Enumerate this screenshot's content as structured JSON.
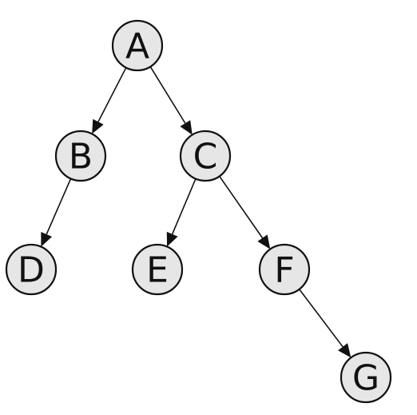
{
  "diagram": {
    "type": "directed-tree",
    "colors": {
      "node_fill": "#e6e6e6",
      "node_stroke": "#111111",
      "edge": "#111111",
      "background": "#ffffff"
    },
    "nodes": [
      {
        "id": "A",
        "label": "A"
      },
      {
        "id": "B",
        "label": "B"
      },
      {
        "id": "C",
        "label": "C"
      },
      {
        "id": "D",
        "label": "D"
      },
      {
        "id": "E",
        "label": "E"
      },
      {
        "id": "F",
        "label": "F"
      },
      {
        "id": "G",
        "label": "G"
      }
    ],
    "edges": [
      {
        "from": "A",
        "to": "B"
      },
      {
        "from": "A",
        "to": "C"
      },
      {
        "from": "B",
        "to": "D"
      },
      {
        "from": "C",
        "to": "E"
      },
      {
        "from": "C",
        "to": "F"
      },
      {
        "from": "F",
        "to": "G"
      }
    ]
  }
}
